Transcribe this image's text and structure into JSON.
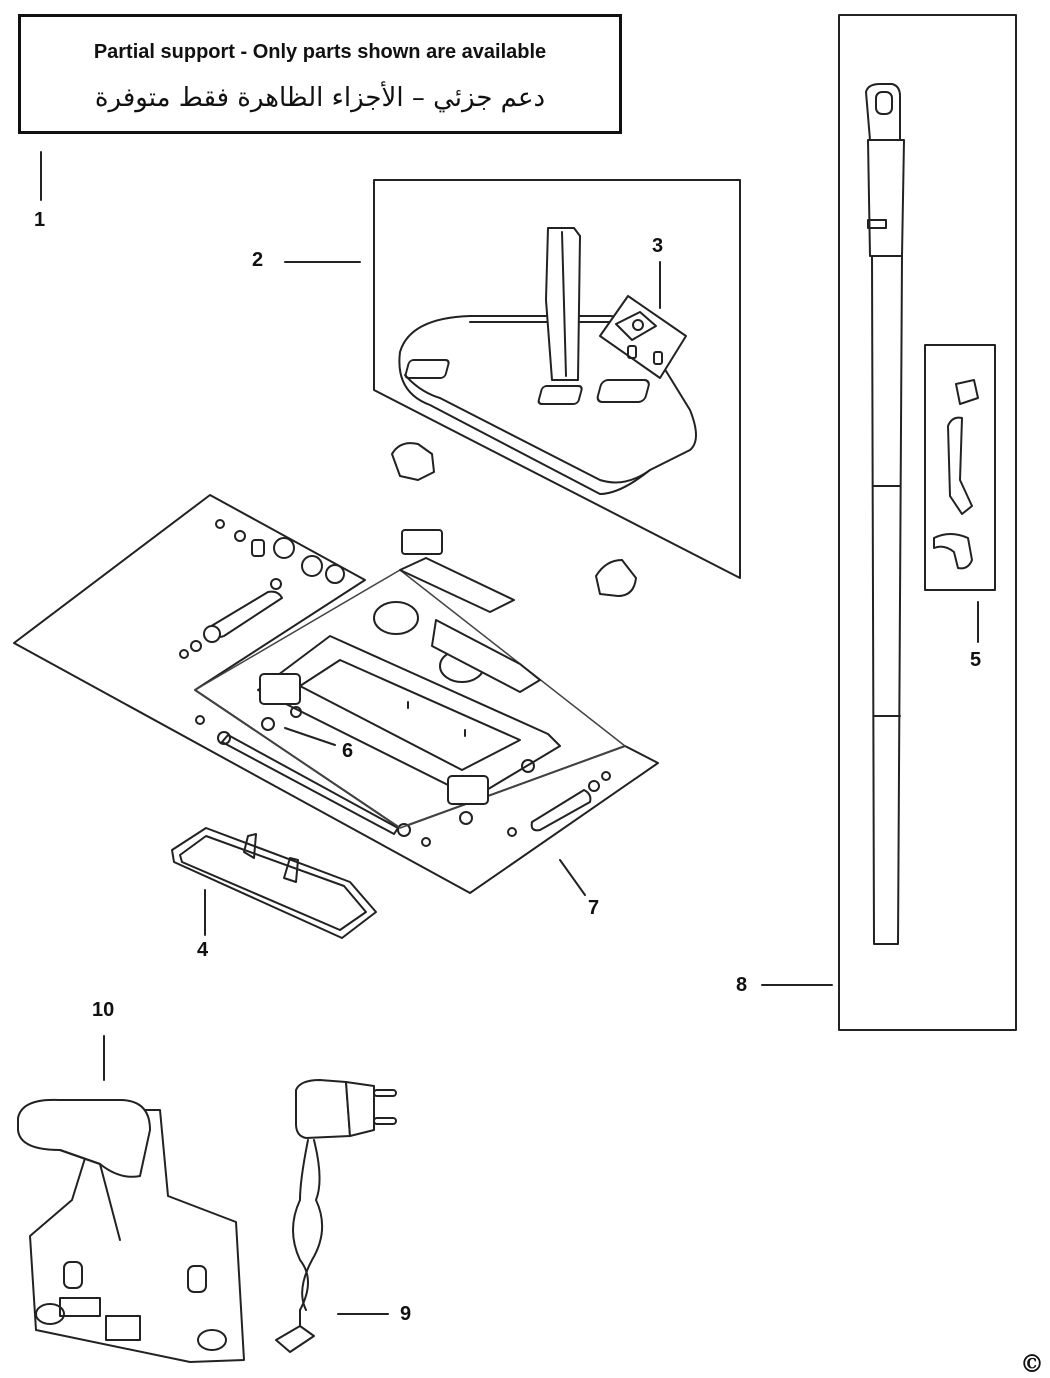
{
  "notice": {
    "english": "Partial support - Only parts shown are available",
    "arabic": "دعم جزئي – الأجزاء الظاهرة فقط متوفرة"
  },
  "callouts": [
    {
      "label": "1",
      "part": "notice-box"
    },
    {
      "label": "2",
      "part": "floor-head-housing"
    },
    {
      "label": "3",
      "part": "power-button-springs"
    },
    {
      "label": "4",
      "part": "cleaning-pad-plate"
    },
    {
      "label": "5",
      "part": "brush-tool-set"
    },
    {
      "label": "6",
      "part": "chassis-assembly"
    },
    {
      "label": "7",
      "part": "roller-assembly"
    },
    {
      "label": "8",
      "part": "extension-handle"
    },
    {
      "label": "9",
      "part": "charger-adapter"
    },
    {
      "label": "10",
      "part": "charging-base"
    }
  ],
  "copyright_symbol": "©"
}
